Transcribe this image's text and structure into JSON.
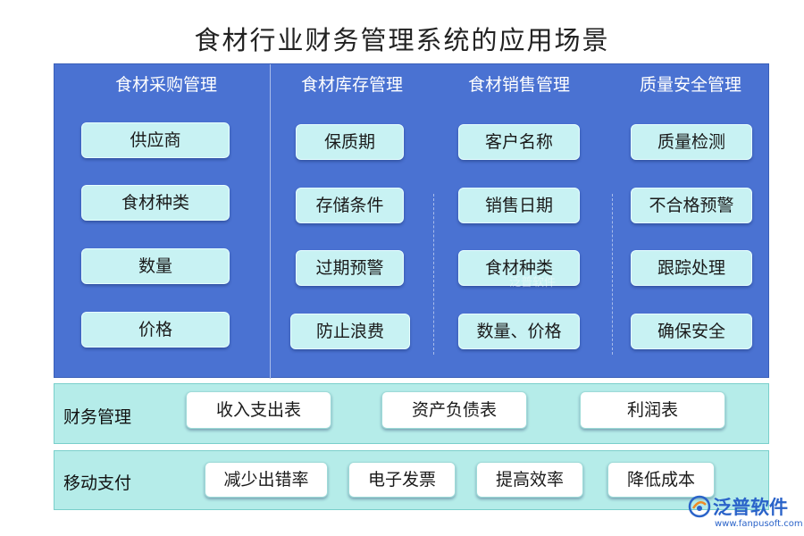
{
  "title": "食材行业财务管理系统的应用场景",
  "columns": [
    {
      "heading": "食材采购管理",
      "items": [
        "供应商",
        "食材种类",
        "数量",
        "价格"
      ]
    },
    {
      "heading": "食材库存管理",
      "items": [
        "保质期",
        "存储条件",
        "过期预警",
        "防止浪费"
      ]
    },
    {
      "heading": "食材销售管理",
      "items": [
        "客户名称",
        "销售日期",
        "食材种类",
        "数量、价格"
      ]
    },
    {
      "heading": "质量安全管理",
      "items": [
        "质量检测",
        "不合格预警",
        "跟踪处理",
        "确保安全"
      ]
    }
  ],
  "finance": {
    "label": "财务管理",
    "items": [
      "收入支出表",
      "资产负债表",
      "利润表"
    ]
  },
  "mobile": {
    "label": "移动支付",
    "items": [
      "减少出错率",
      "电子发票",
      "提高效率",
      "降低成本"
    ]
  },
  "watermark": "泛普软件",
  "logo": {
    "name": "泛普软件",
    "url": "www.fanpusoft.com"
  },
  "colors": {
    "panel": "#4a72d2",
    "box": "#c8f2f3",
    "band": "#b5ece9",
    "brand": "#2a63c9"
  }
}
